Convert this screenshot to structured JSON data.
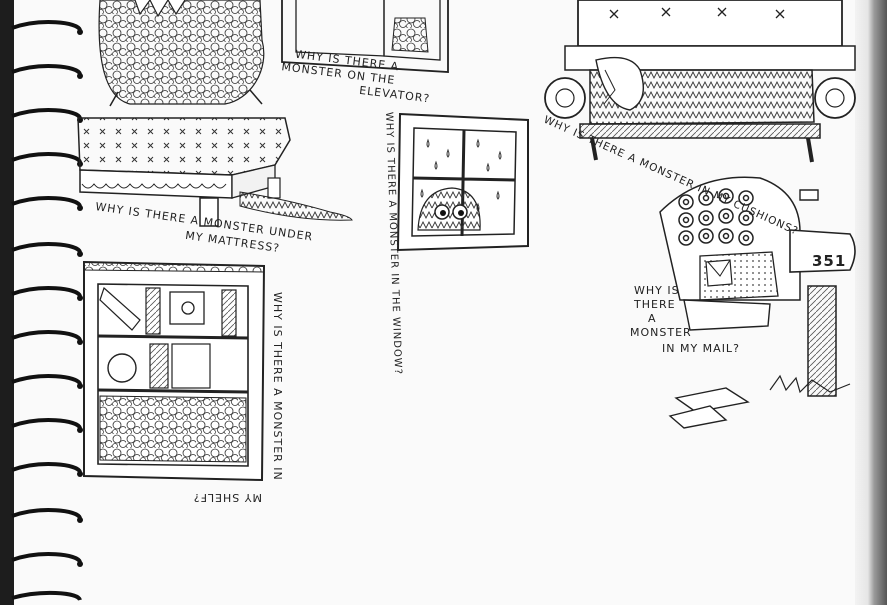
{
  "sketchbook": {
    "captions": {
      "elevator": [
        "WHY IS THERE A",
        "MONSTER ON THE",
        "ELEVATOR?"
      ],
      "mattress": [
        "WHY IS THERE A MONSTER UNDER",
        "MY MATTRESS?"
      ],
      "window": "WHY IS THERE A MONSTER IN THE WINDOW?",
      "cushions": "WHY IS THERE A MONSTER IN MY CUSHIONS?",
      "mail": [
        "WHY IS",
        "THERE",
        "A",
        "MONSTER",
        "IN MY MAIL?"
      ],
      "shelf_line1": "WHY IS THERE A MONSTER IN",
      "shelf_line2": "MY SHELF?"
    },
    "mailbox_number": "351"
  }
}
